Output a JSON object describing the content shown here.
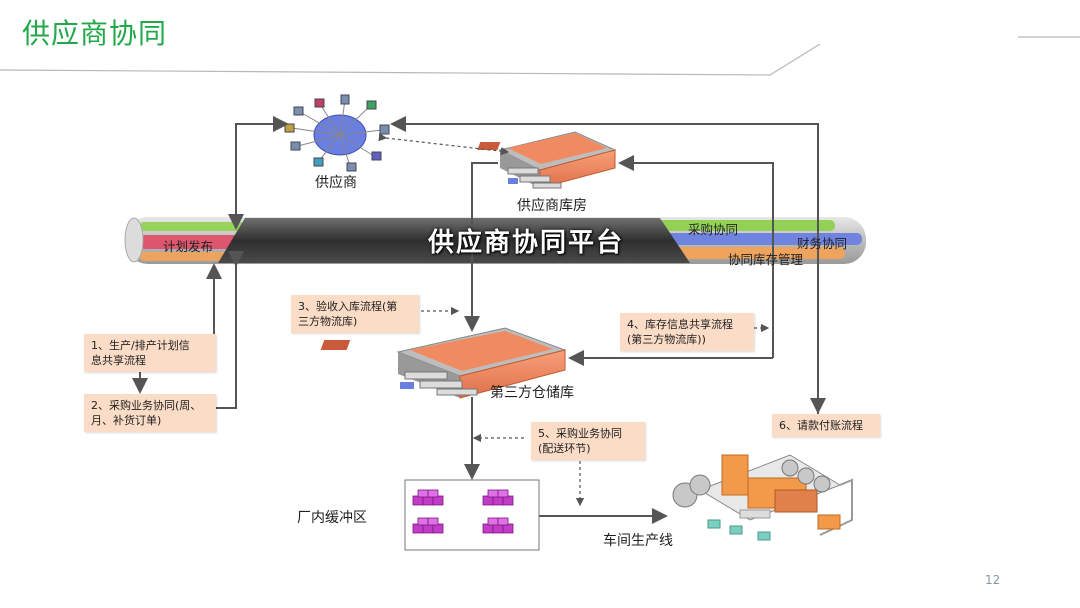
{
  "slide": {
    "title": "供应商协同",
    "page_number": "12",
    "accent_color": "#22a84a"
  },
  "platform": {
    "title": "供应商协同平台",
    "left_label": "计划发布",
    "right_labels": {
      "top": "采购协同",
      "middle": "财务协同",
      "bottom": "协同库存管理"
    },
    "band_colors": {
      "green": "#8fd14f",
      "red": "#e0506a",
      "orange": "#f2a35a",
      "blue": "#6a7fe0"
    }
  },
  "nodes": {
    "supplier": "供应商",
    "supplier_warehouse": "供应商库房",
    "third_party_warehouse": "第三方仓储库",
    "plant_buffer": "厂内缓冲区",
    "workshop_line": "车间生产线"
  },
  "notes": {
    "note1_line1": "1、生产/排产计划信",
    "note1_line2": "息共享流程",
    "note2_line1": "2、采购业务协同(周、",
    "note2_line2": "月、补货订单)",
    "note3_line1": "3、验收入库流程(第",
    "note3_line2": "三方物流库)",
    "note4_line1": "4、库存信息共享流程",
    "note4_line2": "(第三方物流库))",
    "note5_line1": "5、采购业务协同",
    "note5_line2": "(配送环节)",
    "note6": "6、请款付账流程"
  },
  "icons": {
    "supplier": "supplier-network-icon",
    "warehouse": "warehouse-dock-icon",
    "buffer": "pallet-stack-icon",
    "factory": "factory-plant-icon"
  }
}
